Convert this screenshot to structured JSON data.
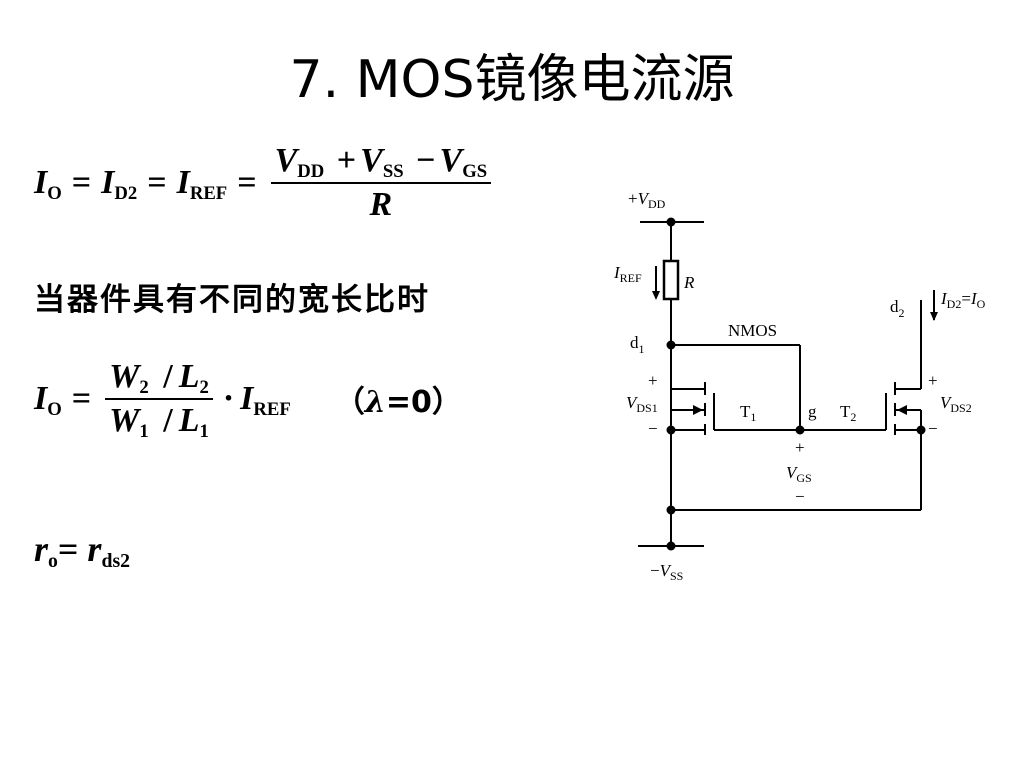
{
  "title": "7. MOS镜像电流源",
  "equation1": {
    "lhs_I": "I",
    "lhs_O": "O",
    "eq": "=",
    "id_I": "I",
    "id_sub": "D2",
    "iref_I": "I",
    "iref_sub": "REF",
    "num_V1": "V",
    "num_V1_sub": "DD",
    "plus": "+",
    "num_V2": "V",
    "num_V2_sub": "SS",
    "minus": "−",
    "num_V3": "V",
    "num_V3_sub": "GS",
    "den": "R"
  },
  "note": "当器件具有不同的宽长比时",
  "equation2": {
    "lhs_I": "I",
    "lhs_O": "O",
    "eq": "=",
    "W2": "W",
    "W2_sub": "2",
    "slash": "/",
    "L2": "L",
    "L2_sub": "2",
    "W1": "W",
    "W1_sub": "1",
    "L1": "L",
    "L1_sub": "1",
    "dot": "·",
    "iref_I": "I",
    "iref_sub": "REF",
    "cond_open": "（",
    "cond_lambda": "λ",
    "cond_rest": "=0",
    "cond_close": "）"
  },
  "equation3": {
    "r": "r",
    "o": "o",
    "eq": "=",
    "r2": "r",
    "ds2": "ds2"
  },
  "circuit": {
    "vdd_sign": "+",
    "vdd_V": "V",
    "vdd_sub": "DD",
    "iref_I": "I",
    "iref_sub": "REF",
    "R": "R",
    "d1": "d",
    "d1_sub": "1",
    "d2": "d",
    "d2_sub": "2",
    "id2_I": "I",
    "id2_sub": "D2",
    "id2_eq": "=",
    "io_I": "I",
    "io_sub": "O",
    "nmos": "NMOS",
    "vds1_plus": "+",
    "vds1_V": "V",
    "vds1_sub": "DS1",
    "vds1_minus": "−",
    "t1": "T",
    "t1_sub": "1",
    "g": "g",
    "t2": "T",
    "t2_sub": "2",
    "vds2_plus": "+",
    "vds2_V": "V",
    "vds2_sub": "DS2",
    "vds2_minus": "−",
    "vgs_plus": "+",
    "vgs_V": "V",
    "vgs_sub": "GS",
    "vgs_minus": "−",
    "vss_sign": "−",
    "vss_V": "V",
    "vss_sub": "SS"
  }
}
